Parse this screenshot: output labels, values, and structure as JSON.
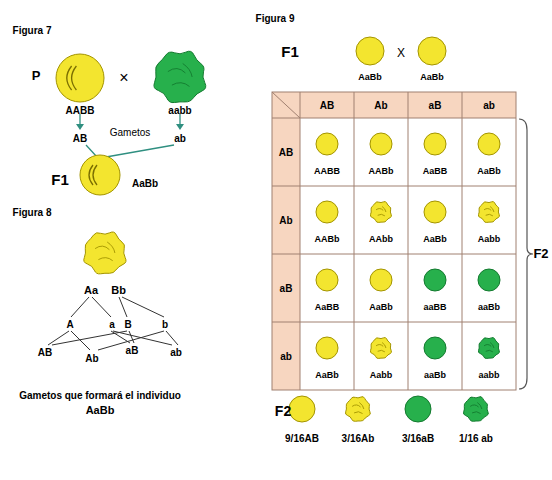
{
  "diagram": {
    "nodes": [
      {
        "text": [
          "AABB"
        ]
      },
      {
        "text": [
          "aabb"
        ]
      },
      {
        "text": [
          "AaBb"
        ]
      },
      {
        "text": [
          "Aa Bb"
        ]
      },
      {
        "text": [
          "AaBb"
        ]
      },
      {
        "text": [
          "AaBb"
        ]
      },
      {
        "text": [
          "9/16AB"
        ]
      },
      {
        "text": [
          "3/16Ab"
        ]
      },
      {
        "text": [
          "3/16aB"
        ]
      },
      {
        "text": [
          "1/16 ab"
        ]
      }
    ],
    "labels": [
      "Figura 7",
      "P",
      "×",
      "AB",
      "Gametos",
      "ab",
      "F1",
      "Figura 8",
      "A",
      "a",
      "B",
      "b",
      "AB",
      "Ab",
      "aB",
      "ab",
      "Gametos que formará el individuo",
      "AaBb",
      "Figura 9",
      "F1",
      "X",
      "AB",
      "Ab",
      "aB",
      "ab",
      "AB",
      "AABB",
      "AABb",
      "AaBB",
      "AaBb",
      "Ab",
      "AABb",
      "AAbb",
      "AaBb",
      "Aabb",
      "aB",
      "AaBB",
      "AaBb",
      "aaBB",
      "aaBb",
      "ab",
      "AaBb",
      "Aabb",
      "aaBb",
      "aabb",
      "F2",
      "F2"
    ]
  }
}
